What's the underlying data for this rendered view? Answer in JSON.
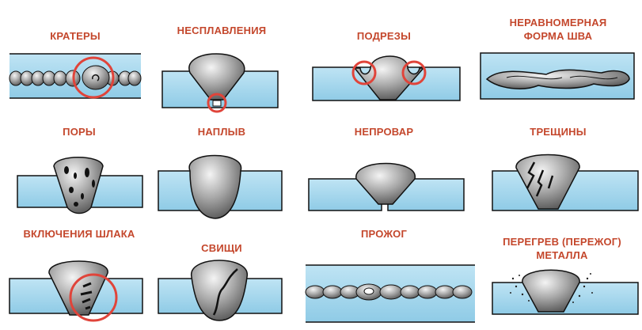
{
  "title": "Welding seam defects",
  "colors": {
    "label": "#c4472c",
    "plate": "#a9d8ee",
    "bead": "#9a9a9a",
    "marker": "#e0443a"
  },
  "defects": [
    {
      "label": "КРАТЕРЫ"
    },
    {
      "label": "НЕСПЛАВЛЕНИЯ"
    },
    {
      "label": "ПОДРЕЗЫ"
    },
    {
      "label": "НЕРАВНОМЕРНАЯ",
      "label2": "ФОРМА ШВА"
    },
    {
      "label": "ПОРЫ"
    },
    {
      "label": "НАПЛЫВ"
    },
    {
      "label": "НЕПРОВАР"
    },
    {
      "label": "ТРЕЩИНЫ"
    },
    {
      "label": "ВКЛЮЧЕНИЯ ШЛАКА"
    },
    {
      "label": "СВИЩИ"
    },
    {
      "label": "ПРОЖОГ"
    },
    {
      "label": "ПЕРЕГРЕВ (ПЕРЕЖОГ)",
      "label2": "МЕТАЛЛА"
    }
  ]
}
